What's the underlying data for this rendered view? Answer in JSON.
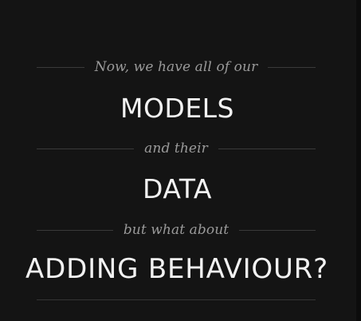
{
  "slide": {
    "line1": "Now, we have all of our",
    "heading1": "MODELS",
    "line2": "and their",
    "heading2": "DATA",
    "line3": "but what about",
    "heading3": "ADDING BEHAVIOUR?"
  },
  "colors": {
    "background": "#141414",
    "heading": "#f2f2f2",
    "subtext": "#9a9a9a",
    "rule": "#3a3a3a"
  }
}
